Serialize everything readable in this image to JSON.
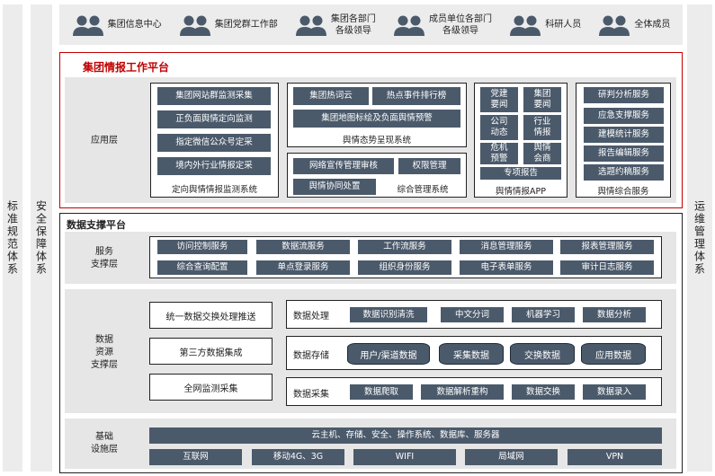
{
  "side_left": [
    "标准规范体系",
    "安全保障体系"
  ],
  "side_right": "运维管理体系",
  "users": [
    {
      "label": "集团信息中心"
    },
    {
      "label": "集团党群工作部"
    },
    {
      "label": "集团各部门\n各级领导"
    },
    {
      "label": "成员单位各部门\n各级领导"
    },
    {
      "label": "科研人员"
    },
    {
      "label": "全体成员"
    }
  ],
  "platform": {
    "title": "集团情报工作平台",
    "app_layer": "应用层",
    "monitor": {
      "items": [
        "集团网站群监测采集",
        "正负面舆情定向监测",
        "指定微信公众号定采",
        "境内外行业情报定采"
      ],
      "caption": "定向舆情情报监测系统"
    },
    "trend": {
      "items": [
        "集团热词云",
        "热点事件排行榜",
        "集团地图标绘及负面舆情预警"
      ],
      "caption": "舆情态势呈现系统"
    },
    "mgmt": {
      "items": [
        "网络宣传管理审核",
        "权限管理",
        "舆情协同处置"
      ],
      "caption": "综合管理系统"
    },
    "app": {
      "items": [
        "党建\n要闻",
        "集团\n要闻",
        "公司\n动态",
        "行业\n情报",
        "危机\n预警",
        "舆情\n会商",
        "专项报告"
      ],
      "caption": "舆情情报APP"
    },
    "service": {
      "items": [
        "研判分析服务",
        "应急支撑服务",
        "建模统计服务",
        "报告编辑服务",
        "选题约稿服务"
      ],
      "caption": "舆情综合服务"
    }
  },
  "data_platform": {
    "title": "数据支撑平台",
    "service_layer": {
      "label": "服务\n支撑层",
      "row1": [
        "访问控制服务",
        "数据流服务",
        "工作流服务",
        "消息管理服务",
        "报表管理服务"
      ],
      "row2": [
        "综合查询配置",
        "单点登录服务",
        "组织身份服务",
        "电子表单服务",
        "审计日志服务"
      ]
    },
    "resource_layer": {
      "label": "数据\n资源\n支撑层",
      "left": [
        "统一数据交换处理推送",
        "第三方数据集成",
        "全网监测采集"
      ],
      "processing": {
        "label": "数据处理",
        "items": [
          "数据识别清洗",
          "中文分词",
          "机器学习",
          "数据分析"
        ]
      },
      "storage": {
        "label": "数据存储",
        "items": [
          "用户/渠道数据",
          "采集数据",
          "交换数据",
          "应用数据"
        ]
      },
      "collection": {
        "label": "数据采集",
        "items": [
          "数据爬取",
          "数据解析重构",
          "数据交换",
          "数据录入"
        ]
      }
    },
    "infra_layer": {
      "label": "基础\n设施层",
      "top": "云主机、存储、安全、操作系统、数据库、服务器",
      "bottom": [
        "互联网",
        "移动4G、3G",
        "WIFI",
        "局域网",
        "VPN"
      ]
    }
  },
  "colors": {
    "accent_red": "#c00000",
    "button_dark": "#4b5a6b",
    "panel_gray": "#e6e6e6"
  }
}
